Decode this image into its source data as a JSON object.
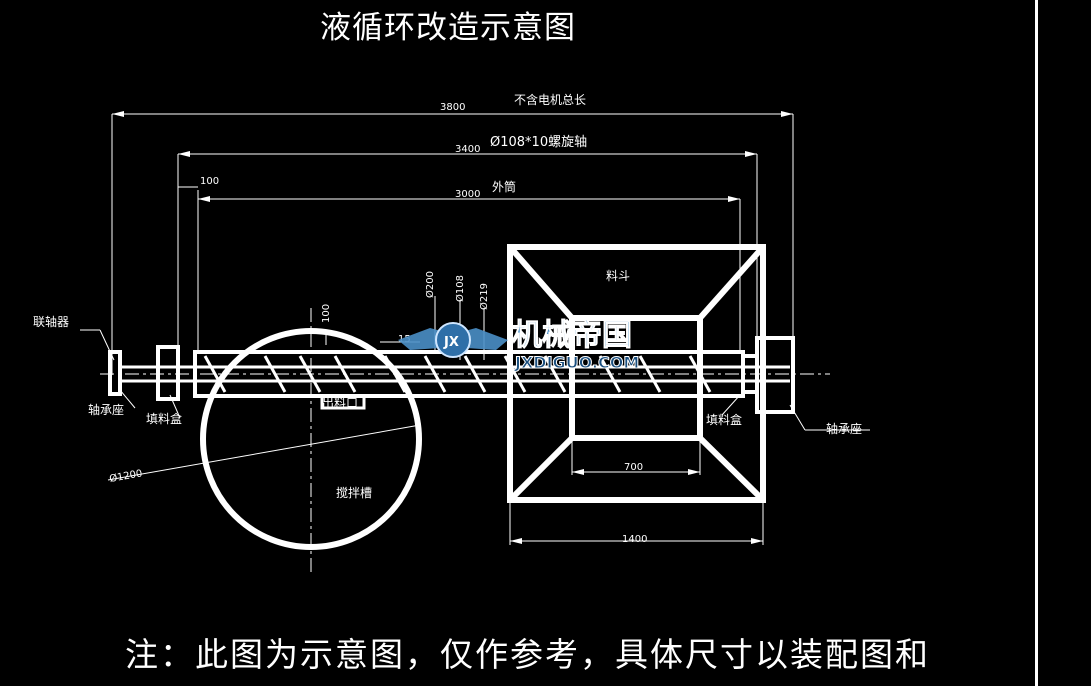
{
  "title": "液循环改造示意图",
  "note": "注：此图为示意图，仅作参考，具体尺寸以装配图和",
  "dimensions": {
    "overall_length": "3800",
    "overall_note": "不含电机总长",
    "shaft_length": "3400",
    "shaft_spec": "Ø108*10螺旋轴",
    "offset": "100",
    "drum_length": "3000",
    "drum_note": "外筒",
    "dia_200": "Ø200",
    "dia_108": "Ø108",
    "dia_219": "Ø219",
    "height_100": "100",
    "tank_dia": "Ø1200",
    "hopper_inner": "700",
    "hopper_outer": "1400",
    "small_dim": "15"
  },
  "labels": {
    "coupling": "联轴器",
    "bearing_left": "轴承座",
    "packing_left": "填料盒",
    "outlet": "出料口",
    "tank": "搅拌槽",
    "hopper": "料斗",
    "packing_right": "填料盒",
    "bearing_right": "轴承座"
  },
  "watermark": {
    "logo_text": "机械帝国",
    "url": "JXDIGUO.COM",
    "badge": "JX"
  },
  "colors": {
    "background": "#000000",
    "lines": "#ffffff",
    "watermark_blue": "#4a8fc7"
  }
}
